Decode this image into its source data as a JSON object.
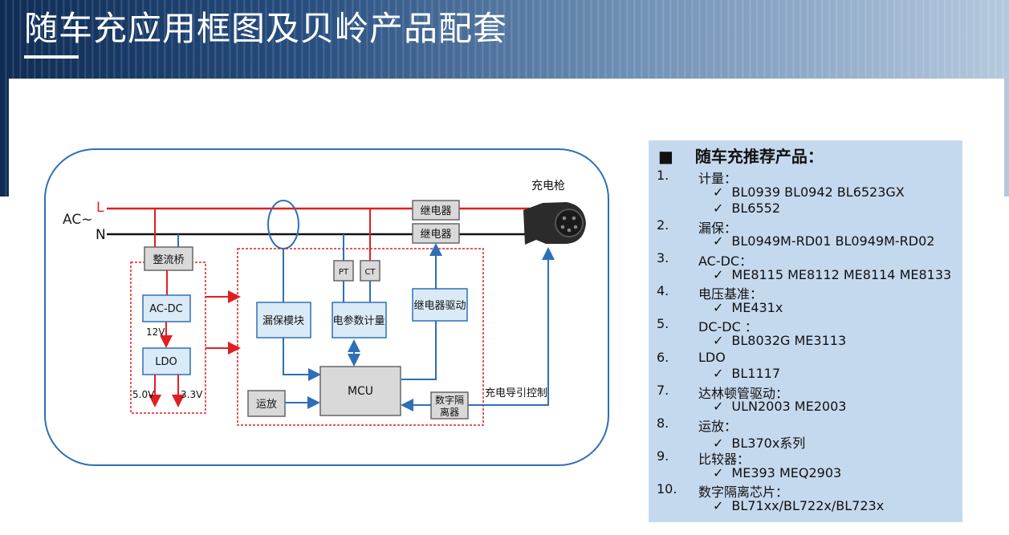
{
  "title": "随车充应用框图及贝岭产品配套",
  "diagram": {
    "ac_label": "AC~",
    "line_L": "L",
    "line_N": "N",
    "charging_gun": "充电枪",
    "relay_1": "继电器",
    "relay_2": "继电器",
    "rectifier": "整流桥",
    "acdc": "AC-DC",
    "v12": "12V",
    "ldo": "LDO",
    "v50": "5.0V",
    "v33": "3.3V",
    "leak_module": "漏保模块",
    "meter": "电参数计量",
    "relay_driver": "继电器驱动",
    "pt": "PT",
    "ct": "CT",
    "mcu": "MCU",
    "opamp": "运放",
    "isolator_1": "数字隔",
    "isolator_2": "离器",
    "pilot": "充电导引控制"
  },
  "recommend": {
    "bullet": "■",
    "heading": "随车充推荐产品：",
    "check": "✓",
    "items": [
      {
        "num": "1.",
        "cat": "计量：",
        "products": [
          "BL0939 BL0942 BL6523GX",
          "BL6552"
        ]
      },
      {
        "num": "2.",
        "cat": "漏保：",
        "products": [
          "BL0949M-RD01 BL0949M-RD02"
        ]
      },
      {
        "num": "3.",
        "cat": "AC-DC：",
        "products": [
          "ME8115 ME8112 ME8114 ME8133"
        ]
      },
      {
        "num": "4.",
        "cat": "电压基准：",
        "products": [
          "ME431x"
        ]
      },
      {
        "num": "5.",
        "cat": "DC-DC ：",
        "products": [
          "BL8032G ME3113"
        ]
      },
      {
        "num": "6.",
        "cat": "LDO",
        "products": [
          "BL1117"
        ]
      },
      {
        "num": "7.",
        "cat": "达林顿管驱动：",
        "products": [
          "ULN2003 ME2003"
        ]
      },
      {
        "num": "8.",
        "cat": "运放：",
        "products": [
          "BL370x系列"
        ]
      },
      {
        "num": "9.",
        "cat": "比较器：",
        "products": [
          "ME393 MEQ2903"
        ]
      },
      {
        "num": "10.",
        "cat": "数字隔离芯片：",
        "products": [
          "BL71xx/BL722x/BL723x"
        ]
      }
    ]
  }
}
